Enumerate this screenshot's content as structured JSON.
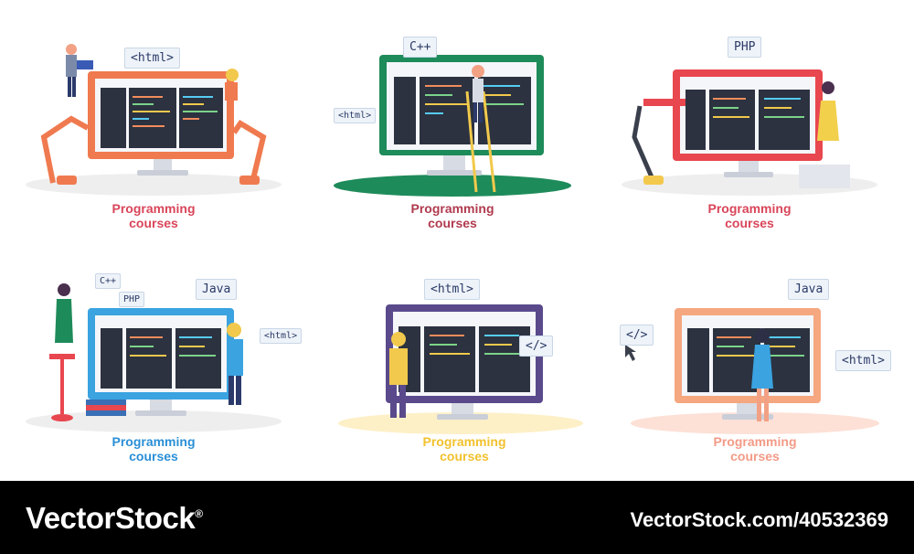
{
  "panels": [
    {
      "caption_line1": "Programming",
      "caption_line2": "courses",
      "caption_color": "#d9455a",
      "frame_color": "#f07a4f",
      "tags": [
        "<html>"
      ]
    },
    {
      "caption_line1": "Programming",
      "caption_line2": "courses",
      "caption_color": "#b03a4e",
      "frame_color": "#1e8b5a",
      "tags": [
        "C++",
        "<html>"
      ]
    },
    {
      "caption_line1": "Programming",
      "caption_line2": "courses",
      "caption_color": "#d9455a",
      "frame_color": "#e8474f",
      "tags": [
        "PHP"
      ]
    },
    {
      "caption_line1": "Programming",
      "caption_line2": "courses",
      "caption_color": "#2a8fd6",
      "frame_color": "#3aa3e0",
      "tags": [
        "C++",
        "PHP",
        "Java",
        "<html>"
      ]
    },
    {
      "caption_line1": "Programming",
      "caption_line2": "courses",
      "caption_color": "#f2c12e",
      "frame_color": "#5a4a8c",
      "tags": [
        "<html>",
        "</>"
      ]
    },
    {
      "caption_line1": "Programming",
      "caption_line2": "courses",
      "caption_color": "#f39a86",
      "frame_color": "#f5a77f",
      "tags": [
        "Java",
        "</>",
        "<html>"
      ]
    }
  ],
  "footer": {
    "brand": "VectorStock",
    "brand_mark": "®",
    "credit": "VectorStock.com/40532369"
  }
}
